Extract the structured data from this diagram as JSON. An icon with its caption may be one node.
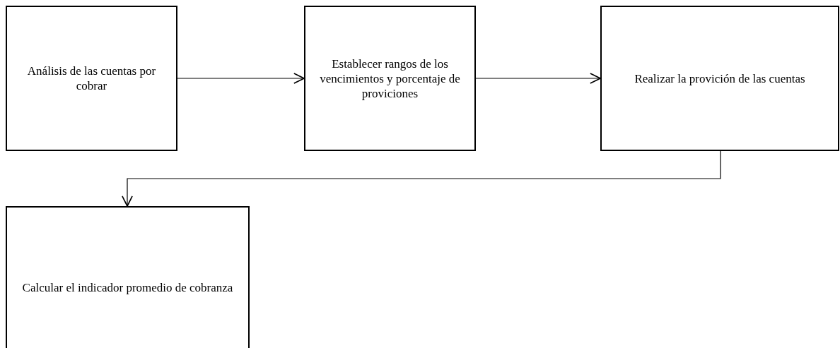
{
  "diagram": {
    "nodes": [
      {
        "text": [
          "Análisis de las cuentas por cobrar"
        ]
      },
      {
        "text": [
          "Establecer rangos de los vencimientos y porcentaje de proviciones"
        ]
      },
      {
        "text": [
          "Realizar la provición de las cuentas"
        ]
      },
      {
        "text": [
          "Calcular el indicador promedio de cobranza"
        ]
      }
    ],
    "edges": [
      {
        "from": 0,
        "to": 1,
        "arrow": "to"
      },
      {
        "from": 1,
        "to": 2,
        "arrow": "to"
      },
      {
        "from": 2,
        "to": 3,
        "arrow": "to"
      }
    ]
  }
}
